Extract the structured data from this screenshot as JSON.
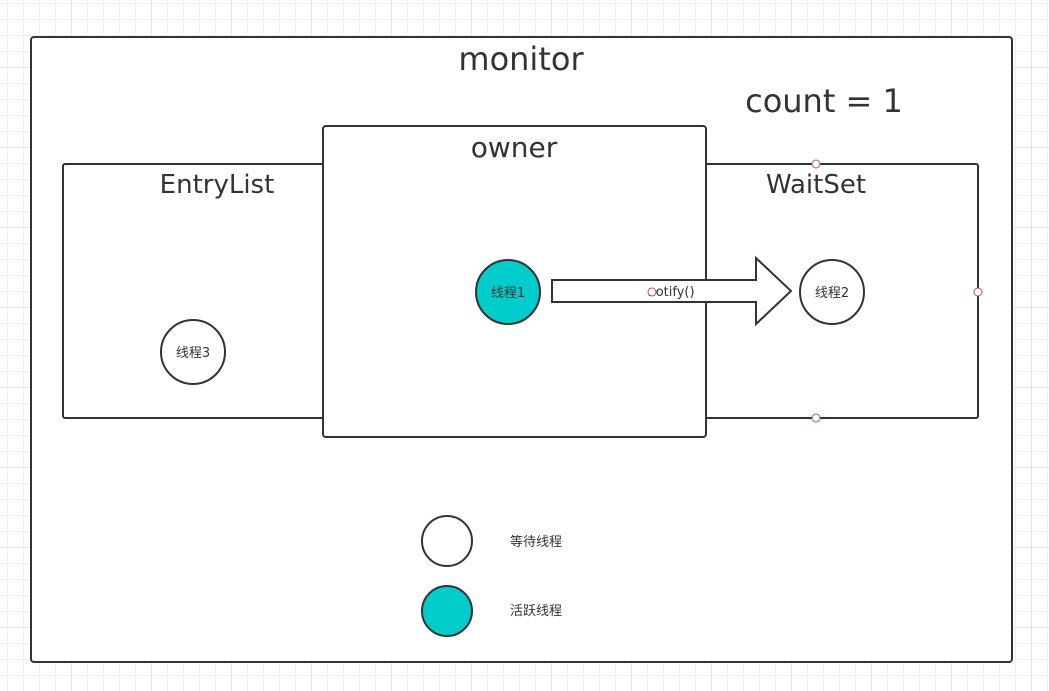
{
  "diagram": {
    "monitor_label": "monitor",
    "count_label": "count = 1",
    "entrylist_label": "EntryList",
    "owner_label": "owner",
    "waitset_label": "WaitSet",
    "threads": {
      "active_in_owner": "线程1",
      "waiting_in_waitset": "线程2",
      "waiting_in_entrylist": "线程3"
    },
    "arrow_label": "notify()",
    "legend": {
      "waiting": "等待线程",
      "active": "活跃线程"
    },
    "colors": {
      "active_fill": "#00cccc",
      "waiting_fill": "#ffffff",
      "stroke": "#333333",
      "handle": "#b85450"
    }
  }
}
